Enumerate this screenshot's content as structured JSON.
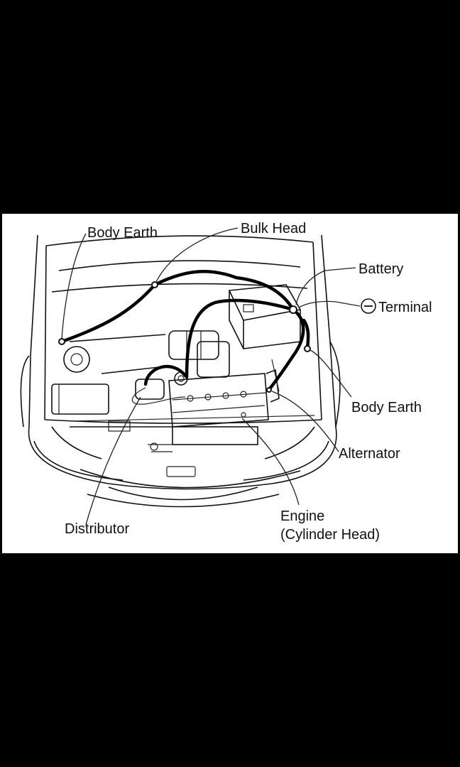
{
  "labels": {
    "body_earth_left": "Body Earth",
    "bulk_head": "Bulk Head",
    "battery": "Battery",
    "terminal": "Terminal",
    "terminal_symbol": "−",
    "body_earth_right": "Body Earth",
    "alternator": "Alternator",
    "engine_line1": "Engine",
    "engine_line2": "(Cylinder Head)",
    "distributor": "Distributor"
  },
  "colors": {
    "background": "#000000",
    "panel": "#ffffff",
    "ink": "#111111"
  }
}
